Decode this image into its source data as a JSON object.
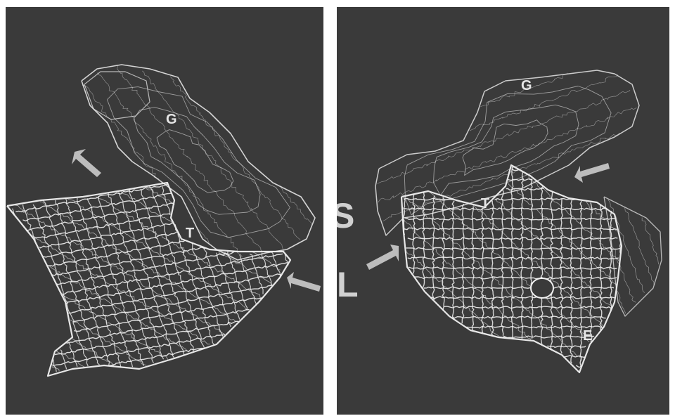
{
  "figure": {
    "left_panel": {
      "labels": {
        "g": "G",
        "t": "T"
      },
      "arrows": 2
    },
    "right_panel": {
      "labels": {
        "g": "G",
        "t": "T",
        "e": "E",
        "s": "S",
        "l": "L"
      },
      "arrows": 2
    },
    "colors": {
      "background": "#3a3a3a",
      "mesh": "#f2f2f2",
      "arrow": "#bdbdbd"
    }
  }
}
